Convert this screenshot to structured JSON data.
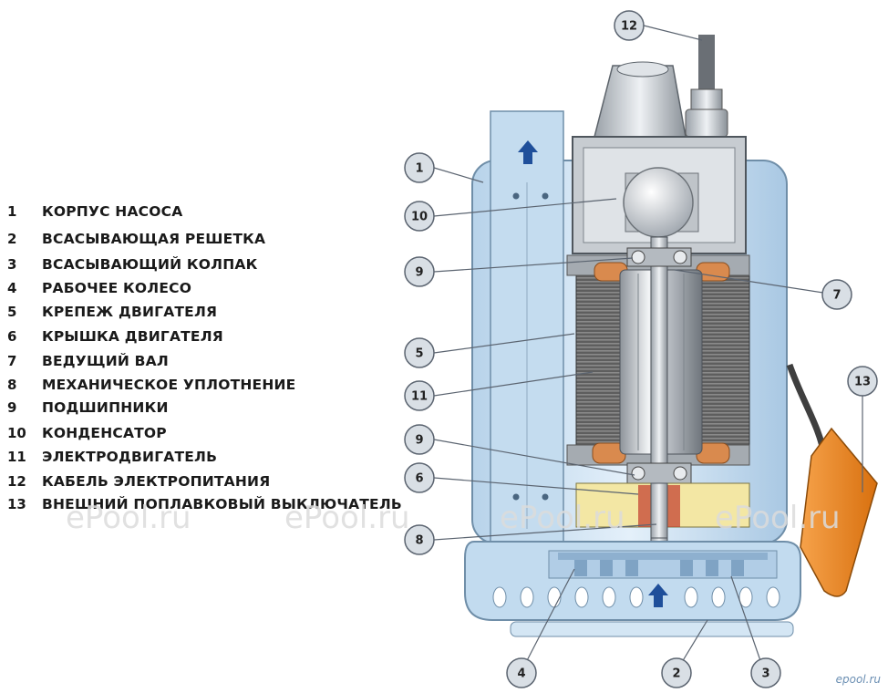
{
  "legend": [
    {
      "num": "1",
      "text": "КОРПУС НАСОСА"
    },
    {
      "num": "2",
      "text": "ВСАСЫВАЮЩАЯ РЕШЕТКА"
    },
    {
      "num": "3",
      "text": "ВСАСЫВАЮЩИЙ КОЛПАК"
    },
    {
      "num": "4",
      "text": "РАБОЧЕЕ КОЛЕСО"
    },
    {
      "num": "5",
      "text": "КРЕПЕЖ ДВИГАТЕЛЯ"
    },
    {
      "num": "6",
      "text": "КРЫШКА ДВИГАТЕЛЯ"
    },
    {
      "num": "7",
      "text": "ВЕДУЩИЙ ВАЛ"
    },
    {
      "num": "8",
      "text": "МЕХАНИЧЕСКОЕ УПЛОТНЕНИЕ"
    },
    {
      "num": "9",
      "text": "ПОДШИПНИКИ"
    },
    {
      "num": "10",
      "text": "КОНДЕНСАТОР"
    },
    {
      "num": "11",
      "text": "ЭЛЕКТРОДВИГАТЕЛЬ"
    },
    {
      "num": "12",
      "text": "КАБЕЛЬ ЭЛЕКТРОПИТАНИЯ"
    },
    {
      "num": "13",
      "text": "ВНЕШНИЙ ПОПЛАВКОВЫЙ ВЫКЛЮЧАТЕЛЬ"
    }
  ],
  "callouts": [
    "12",
    "1",
    "10",
    "9",
    "7",
    "5",
    "11",
    "9",
    "6",
    "8",
    "4",
    "2",
    "3",
    "13"
  ],
  "watermark": "ePool.ru",
  "site_mark": "epool.ru",
  "colors": {
    "housing": "#cfe3f3",
    "housing_edge": "#6f8ea8",
    "stator": "#6b6b6b",
    "rotor": "#c9cdd2",
    "winding": "#d98a4e",
    "oil": "#f3e7a4",
    "float": "#f08a1c",
    "arrow": "#1f4f9a",
    "callout_fill": "#d9dfe5"
  }
}
